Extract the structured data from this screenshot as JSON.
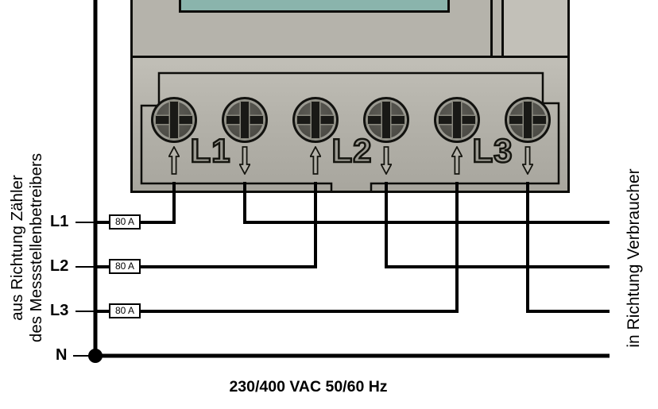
{
  "captions": {
    "source_line1": "aus Richtung Zähler",
    "source_line2": "des Messstellenbetreibers",
    "load": "in Richtung Verbraucher",
    "rating": "230/400 VAC 50/60 Hz"
  },
  "supply": {
    "phases": [
      {
        "label": "L1",
        "fuse_rating": "80 A"
      },
      {
        "label": "L2",
        "fuse_rating": "80 A"
      },
      {
        "label": "L3",
        "fuse_rating": "80 A"
      }
    ],
    "neutral_label": "N"
  },
  "meter": {
    "terminal_labels": [
      "L1",
      "L2",
      "L3"
    ]
  },
  "colors": {
    "wire": "#000000",
    "meter_body": "#b5b3ab",
    "lcd_screen": "#8ab4ac",
    "outline": "#0d0d0a"
  }
}
